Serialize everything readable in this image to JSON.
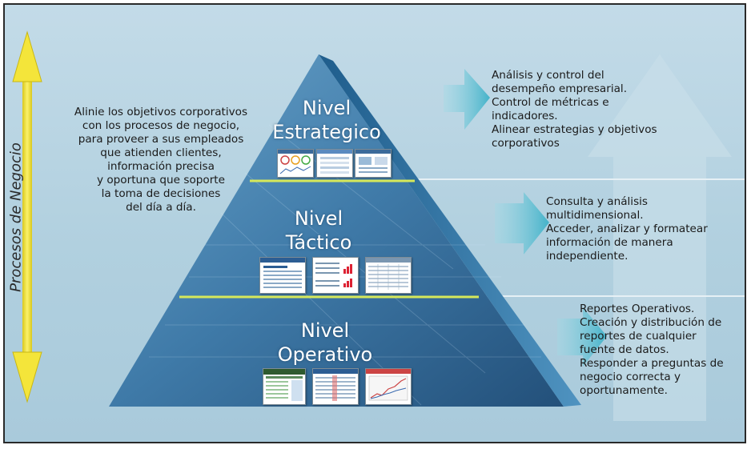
{
  "axis": {
    "label": "Procesos de Negocio"
  },
  "left_text": "Alinie los objetivos corporativos\ncon los procesos de negocio,\npara proveer a sus empleados\nque atienden clientes,\ninformación precisa\ny oportuna que soporte\nla toma de decisiones\ndel día a día.",
  "levels": [
    {
      "title_line1": "Nivel",
      "title_line2": "Estrategico",
      "description": "Análisis y control del\ndesempeño empresarial.\nControl de métricas e\nindicadores.\nAlinear estrategias y objetivos\ncorporativos",
      "thumbnails": [
        "dashboard-gauges",
        "report-grid",
        "report-chart"
      ]
    },
    {
      "title_line1": "Nivel",
      "title_line2": "Táctico",
      "description": "Consulta y análisis\nmultidimensional.\nAcceder, analizar y formatear\ninformación de manera\nindependiente.",
      "thumbnails": [
        "table-report",
        "bar-report",
        "data-grid"
      ]
    },
    {
      "title_line1": "Nivel",
      "title_line2": "Operativo",
      "description": "Reportes Operativos.\nCreación y distribución de\nreportes de cualquier\nfuente de datos.\nResponder a preguntas de\nnegocio correcta y\noportunamente.",
      "thumbnails": [
        "spreadsheet-report",
        "list-report",
        "line-chart-report"
      ]
    }
  ],
  "colors": {
    "background": "#b4d1e0",
    "pyramid": "#3f7fae",
    "arrow": "#5fbccf",
    "axis_arrow": "#f4e53a",
    "divider": "#d6e85a"
  }
}
